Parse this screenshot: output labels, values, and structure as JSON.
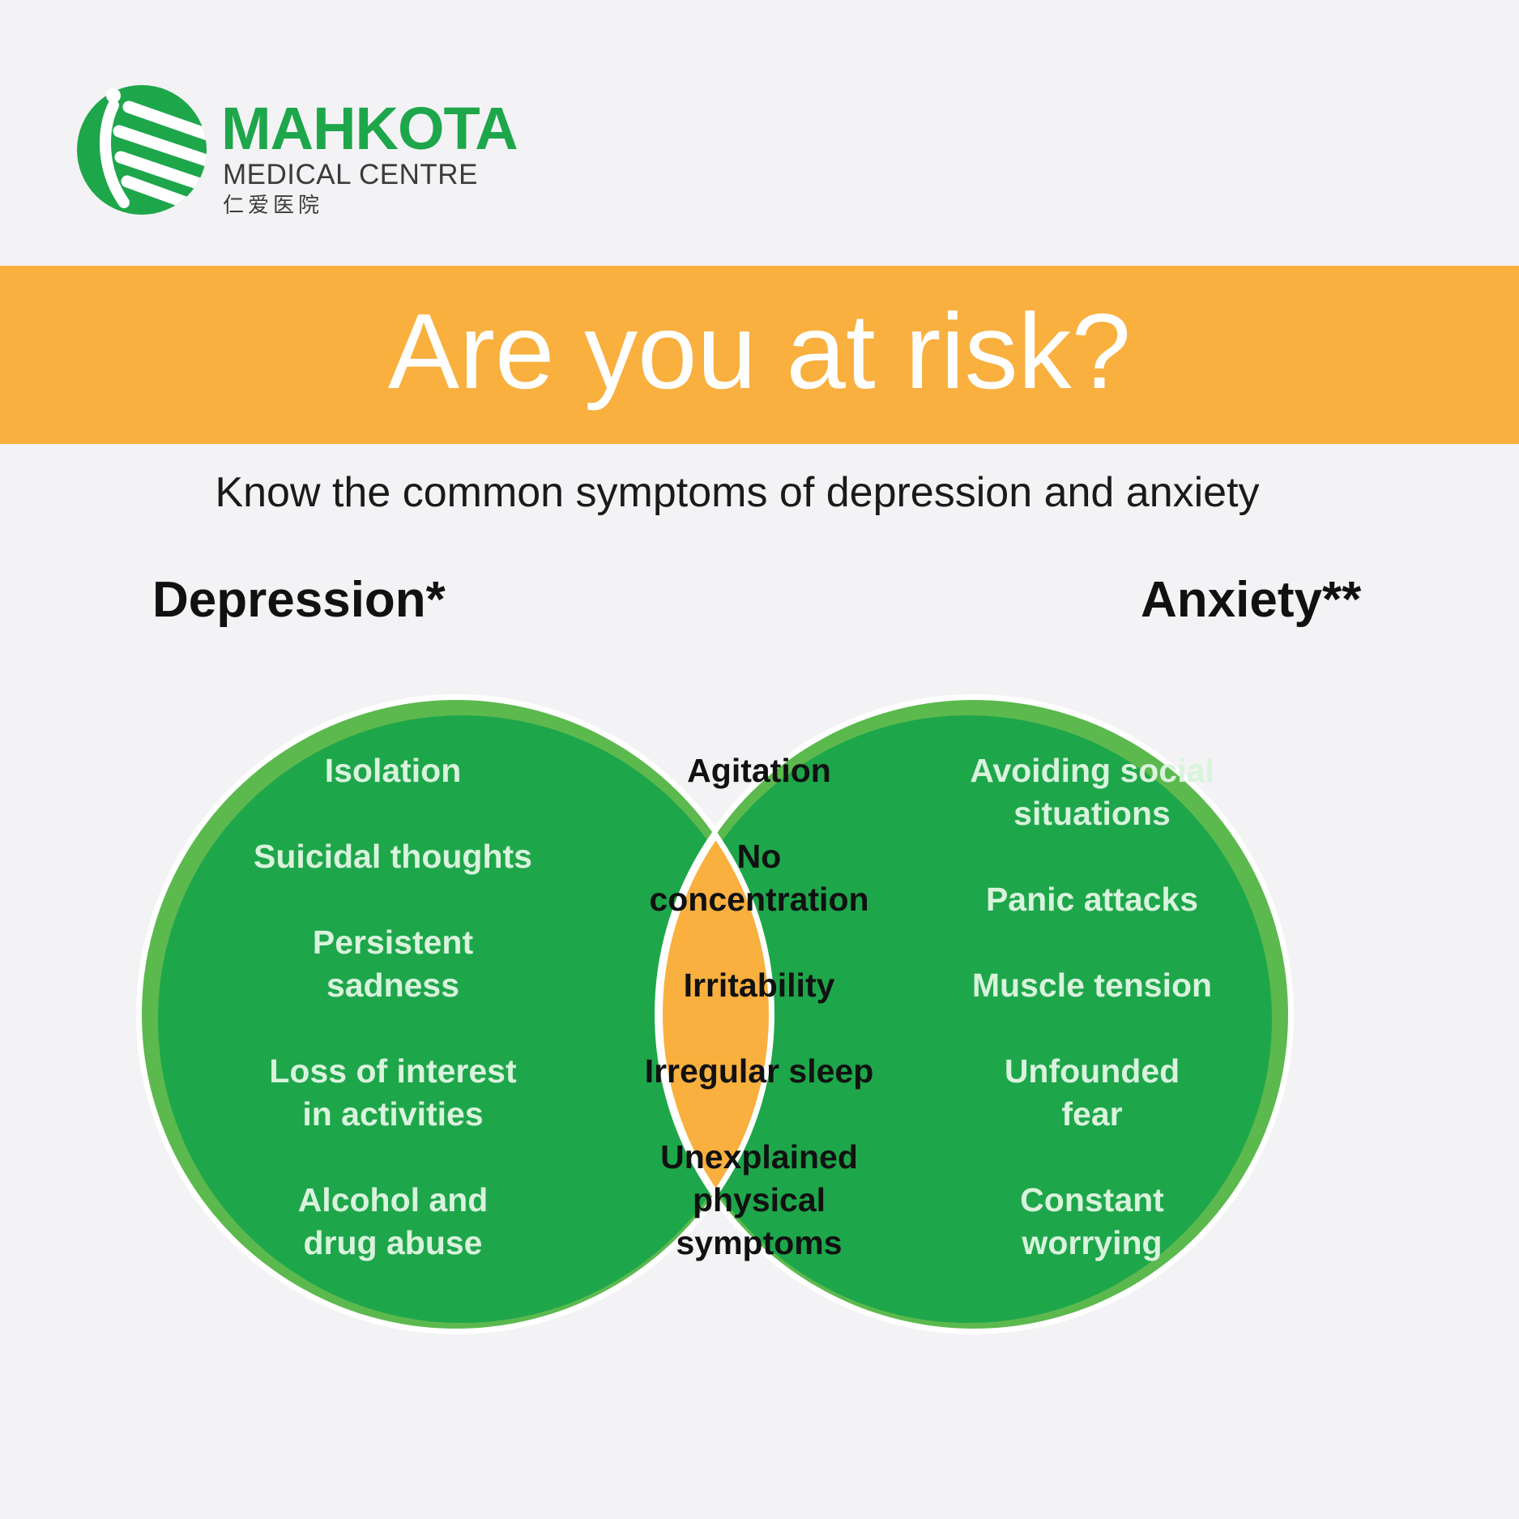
{
  "brand": {
    "name": "MAHKOTA",
    "subtitle": "MEDICAL CENTRE",
    "chinese": "仁爱医院",
    "color": "#1ea64b"
  },
  "banner": {
    "title": "Are you at risk?",
    "color": "#f9b03f"
  },
  "subtitle": "Know the common symptoms of depression and anxiety",
  "venn": {
    "circle_color": "#1ea64b",
    "ring_color": "#5cb94e",
    "overlap_color": "#f9b03f",
    "depression": {
      "title": "Depression*",
      "items": [
        "Isolation",
        "Suicidal thoughts",
        "Persistent\nsadness",
        "Loss of interest\nin activities",
        "Alcohol and\ndrug abuse"
      ]
    },
    "anxiety": {
      "title": "Anxiety**",
      "items": [
        "Avoiding social\nsituations",
        "Panic attacks",
        "Muscle tension",
        "Unfounded\nfear",
        "Constant\nworrying"
      ]
    },
    "both": {
      "items": [
        "Agitation",
        "No\nconcentration",
        "Irritability",
        "Irregular sleep",
        "Unexplained\nphysical\nsymptoms"
      ]
    }
  }
}
